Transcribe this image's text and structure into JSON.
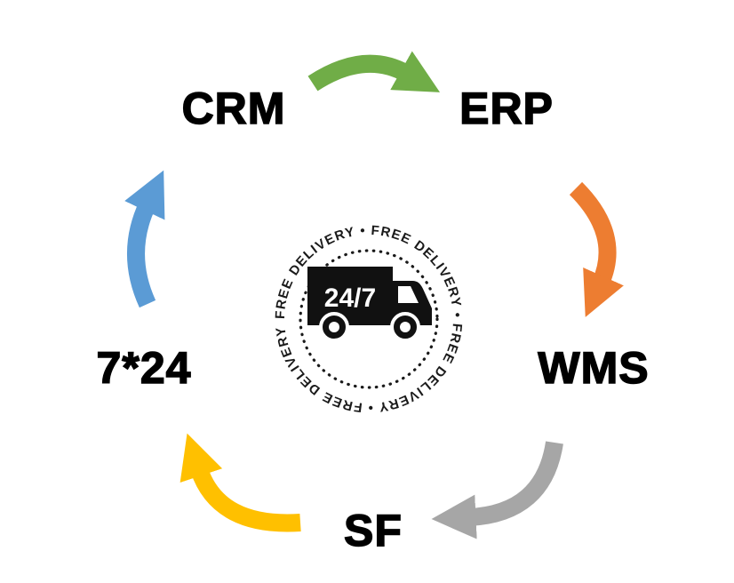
{
  "background_color": "#FFFFFF",
  "diagram": {
    "type": "cycle-diagram",
    "nodes": [
      {
        "id": "crm",
        "label": "CRM"
      },
      {
        "id": "erp",
        "label": "ERP"
      },
      {
        "id": "wms",
        "label": "WMS"
      },
      {
        "id": "sf",
        "label": "SF"
      },
      {
        "id": "7x24",
        "label": "7*24"
      }
    ],
    "arrows": [
      {
        "from": "CRM",
        "to": "ERP",
        "color": "#70AD47"
      },
      {
        "from": "ERP",
        "to": "WMS",
        "color": "#ED7D31"
      },
      {
        "from": "WMS",
        "to": "SF",
        "color": "#A6A6A6"
      },
      {
        "from": "SF",
        "to": "7*24",
        "color": "#FFC000"
      },
      {
        "from": "7*24",
        "to": "CRM",
        "color": "#5B9BD5"
      }
    ],
    "badge": {
      "icon": "delivery-truck-icon",
      "ring_text": "FREE DELIVERY • FREE DELIVERY • FREE DELIVERY • FREE DELIVERY •",
      "truck_text": "24/7",
      "ring_color": "#1a1a1a",
      "truck_color": "#111111"
    }
  }
}
